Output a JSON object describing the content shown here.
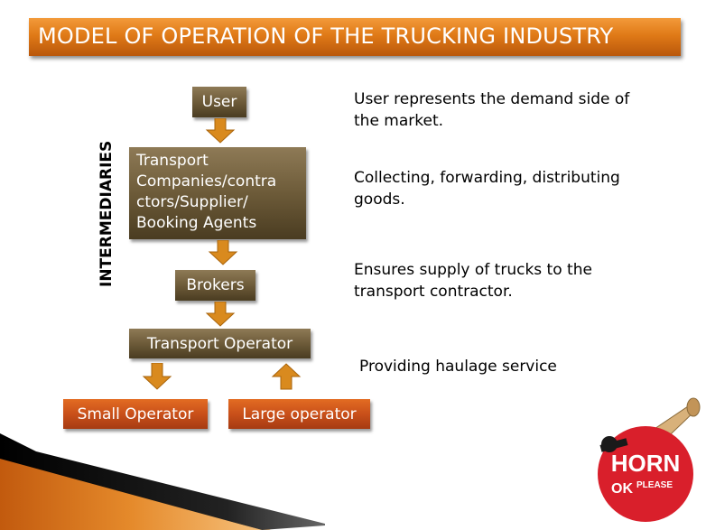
{
  "title": "MODEL OF OPERATION OF THE TRUCKING INDUSTRY",
  "side_label": "INTERMEDIARIES",
  "nodes": {
    "user": "User",
    "transport_companies": [
      "Transport",
      "Companies/contra",
      "ctors/Supplier/",
      "Booking Agents"
    ],
    "brokers": "Brokers",
    "transport_operator": "Transport Operator",
    "small_operator": "Small Operator",
    "large_operator": "Large operator"
  },
  "descriptions": {
    "user": [
      "User represents the demand side  of",
      "the market."
    ],
    "transport_companies": [
      "Collecting, forwarding, distributing",
      "goods."
    ],
    "brokers": [
      "Ensures supply of trucks to the",
      "transport contractor."
    ],
    "transport_operator": [
      "Providing  haulage service"
    ]
  },
  "logo": {
    "line1": "HORN",
    "line2_ok": "OK",
    "line2_please": "PLEASE"
  },
  "colors": {
    "banner": "#e07a17",
    "brown_box": "#6d5b39",
    "orange_box": "#c9501a",
    "arrow": "#d98a1e"
  }
}
